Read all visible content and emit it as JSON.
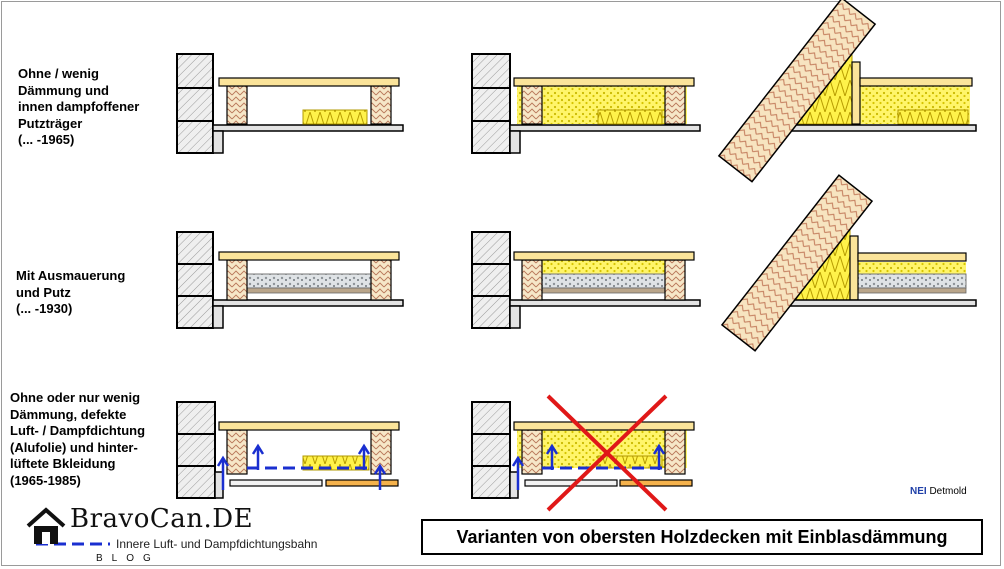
{
  "rows": [
    {
      "label": "Ohne / wenig\nDämmung und\ninnen dampfoffener\nPutzträger\n(... -1965)"
    },
    {
      "label": "Mit Ausmauerung\nund Putz\n(... -1930)"
    },
    {
      "label": "Ohne oder nur wenig\nDämmung, defekte\nLuft- / Dampfdichtung\n(Alufolie) und hinter-\nlüftete Bkleidung\n(1965-1985)"
    }
  ],
  "credit": {
    "prefix": "NEI",
    "name": "Detmold"
  },
  "title": "Varianten von obersten Holzdecken mit Einblasdämmung",
  "legend_text": "Innere Luft- und Dampfdichtungsbahn",
  "logo": {
    "name": "BravoCan.DE",
    "sub": "BLOG"
  },
  "colors": {
    "wood_board": "#fbe49a",
    "insulation": "#fff24a",
    "insulation_pattern": "#c9b800",
    "brick": "#e6e6e6",
    "airflow": "#1a2fd0",
    "cross": "#e01818"
  }
}
